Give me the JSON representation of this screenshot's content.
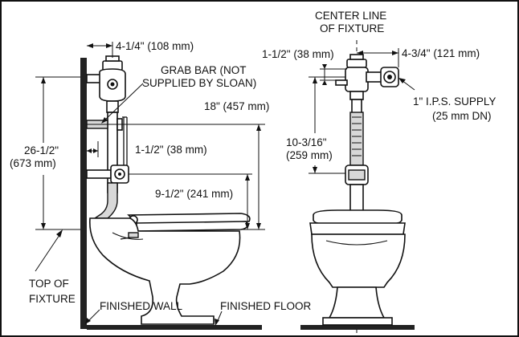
{
  "labels": {
    "top_width": "4-1/4\" (108 mm)",
    "grab_bar_1": "GRAB BAR (NOT",
    "grab_bar_2": "SUPPLIED BY SLOAN)",
    "height_18": "18\" (457 mm)",
    "overall_1": "26-1/2\"",
    "overall_2": "(673 mm)",
    "offset_left": "1-1/2\" (38 mm)",
    "height_9": "9-1/2\" (241 mm)",
    "top_of_fixture_1": "TOP OF",
    "top_of_fixture_2": "FIXTURE",
    "finished_wall": "FINISHED WALL",
    "finished_floor": "FINISHED FLOOR",
    "center_line_1": "CENTER LINE",
    "center_line_2": "OF FIXTURE",
    "offset_right": "1-1/2\" (38 mm)",
    "right_width": "4-3/4\" (121 mm)",
    "supply_1": "1\" I.P.S. SUPPLY",
    "supply_2": "(25 mm DN)",
    "height_10_1": "10-3/16\"",
    "height_10_2": "(259 mm)"
  }
}
